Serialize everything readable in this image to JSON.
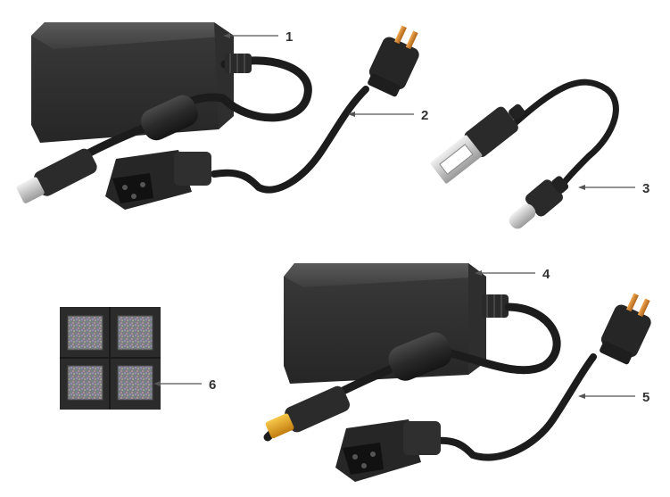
{
  "figure": {
    "callouts": [
      {
        "number": "1"
      },
      {
        "number": "2"
      },
      {
        "number": "3"
      },
      {
        "number": "4"
      },
      {
        "number": "5"
      },
      {
        "number": "6"
      }
    ],
    "colors": {
      "adapter_body": "#3a3a3a",
      "cable": "#1c1c1c",
      "plug_metal": "#d98a2b",
      "barrel_tip_gold": "#e0a21a",
      "usb_metal": "#d9d9d9",
      "callout_line": "#555555"
    },
    "icons": [
      "power-adapter-icon",
      "ac-power-cord-icon",
      "usb-cable-icon",
      "sticker-sheet-icon"
    ]
  }
}
